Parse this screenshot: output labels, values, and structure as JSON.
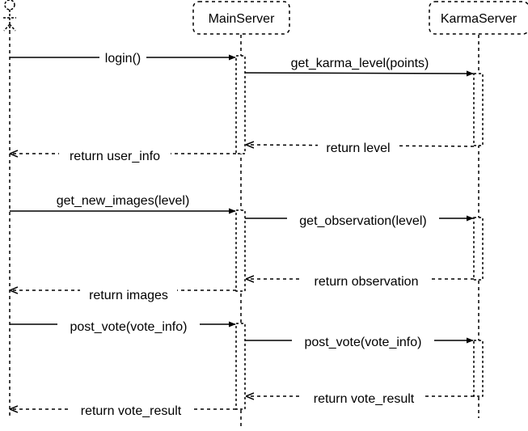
{
  "participants": {
    "actor": "",
    "main_server": "MainServer",
    "karma_server": "KarmaServer"
  },
  "messages": [
    {
      "label": "login()",
      "kind": "call",
      "from": "actor",
      "to": "main_server"
    },
    {
      "label": "get_karma_level(points)",
      "kind": "call",
      "from": "main_server",
      "to": "karma_server"
    },
    {
      "label": "return level",
      "kind": "return",
      "from": "karma_server",
      "to": "main_server"
    },
    {
      "label": "return user_info",
      "kind": "return",
      "from": "main_server",
      "to": "actor"
    },
    {
      "label": "get_new_images(level)",
      "kind": "call",
      "from": "actor",
      "to": "main_server"
    },
    {
      "label": "get_observation(level)",
      "kind": "call",
      "from": "main_server",
      "to": "karma_server"
    },
    {
      "label": "return observation",
      "kind": "return",
      "from": "karma_server",
      "to": "main_server"
    },
    {
      "label": "return images",
      "kind": "return",
      "from": "main_server",
      "to": "actor"
    },
    {
      "label": "post_vote(vote_info)",
      "kind": "call",
      "from": "actor",
      "to": "main_server"
    },
    {
      "label": "post_vote(vote_info)",
      "kind": "call",
      "from": "main_server",
      "to": "karma_server"
    },
    {
      "label": "return vote_result",
      "kind": "return",
      "from": "karma_server",
      "to": "main_server"
    },
    {
      "label": "return vote_result",
      "kind": "return",
      "from": "main_server",
      "to": "actor"
    }
  ]
}
